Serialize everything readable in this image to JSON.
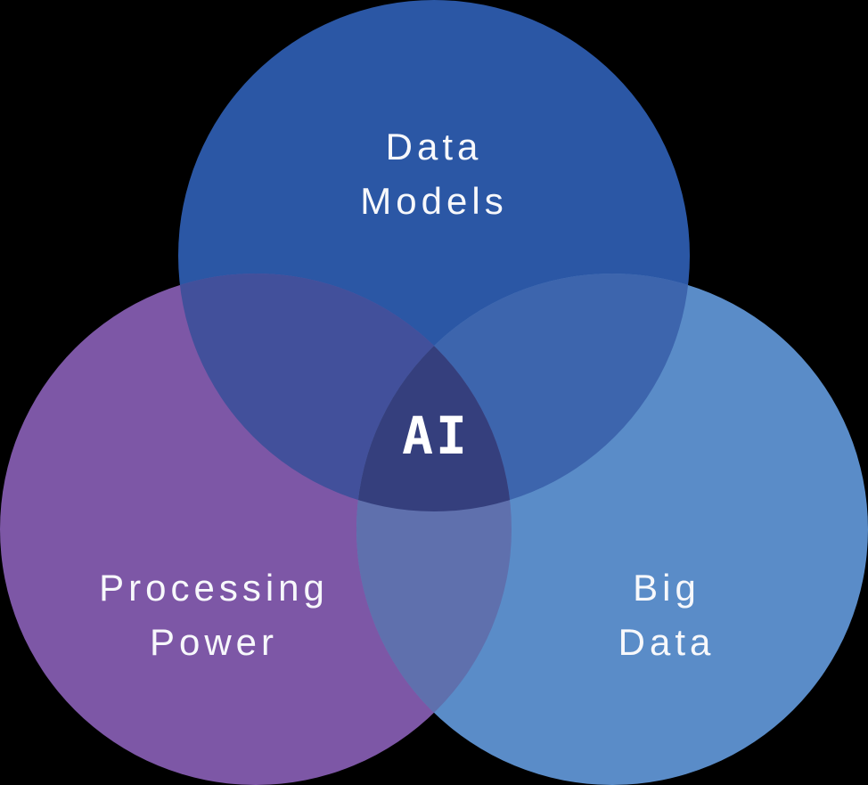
{
  "diagram": {
    "type": "venn",
    "background_color": "#000000",
    "text_color": "#ffffff",
    "center_label": "AI",
    "circles": [
      {
        "id": "data-models",
        "label": "Data Models",
        "line1": "Data",
        "line2": "Models",
        "color": "#2b57a5",
        "position": "top"
      },
      {
        "id": "processing-power",
        "label": "Processing Power",
        "line1": "Processing",
        "line2": "Power",
        "color": "#7d57a6",
        "position": "bottom-left"
      },
      {
        "id": "big-data",
        "label": "Big Data",
        "line1": "Big",
        "line2": "Data",
        "color": "#5a8cc8",
        "position": "bottom-right"
      }
    ],
    "overlap_colors": {
      "top_left": "#42509b",
      "top_right": "#3d65ad",
      "left_right": "#5f70ad",
      "center": "#353f7d"
    }
  }
}
